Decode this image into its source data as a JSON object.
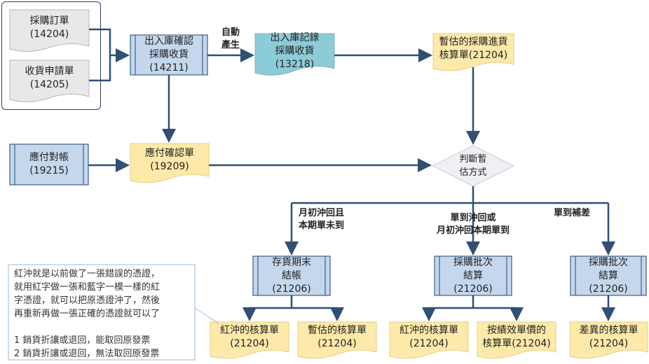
{
  "nodes": {
    "po": {
      "l1": "採購訂單",
      "l2": "(14204)"
    },
    "recv_req": {
      "l1": "收貨申請單",
      "l2": "(14205)"
    },
    "inout_confirm": {
      "l1": "出入庫確認",
      "l2": "採購收貨",
      "l3": "(14211)"
    },
    "inout_record": {
      "l1": "出入庫記錄",
      "l2": "採購收貨",
      "l3": "(13218)"
    },
    "estimate_stmt": {
      "l1": "暫估的採購進貨",
      "l2": "核算單(21204)"
    },
    "ap_recon": {
      "l1": "應付對帳",
      "l2": "(19215)"
    },
    "ap_confirm": {
      "l1": "應付確認單",
      "l2": "(19209)"
    },
    "decision": {
      "l1": "判斷暫",
      "l2": "估方式"
    },
    "inv_close": {
      "l1": "存貨期末",
      "l2": "結帳",
      "l3": "(21206)"
    },
    "batch1": {
      "l1": "採購批次",
      "l2": "結算",
      "l3": "(21206)"
    },
    "batch2": {
      "l1": "採購批次",
      "l2": "結算",
      "l3": "(21206)"
    },
    "red1": {
      "l1": "紅沖的核算單",
      "l2": "(21204)"
    },
    "est2": {
      "l1": "暫估的核算單",
      "l2": "(21204)"
    },
    "red2": {
      "l1": "紅沖的核算單",
      "l2": "(21204)"
    },
    "perf": {
      "l1": "按績效單價的",
      "l2": "核算單(21204)"
    },
    "diff": {
      "l1": "差異的核算單",
      "l2": "(21204)"
    }
  },
  "labels": {
    "auto": {
      "l1": "自動",
      "l2": "產生"
    },
    "branch1": {
      "l1": "月初沖回且",
      "l2": "本期單未到"
    },
    "branch2": {
      "l1": "單到沖回或",
      "l2": "月初沖回本期單到"
    },
    "branch3": {
      "l1": "單到補差"
    }
  },
  "note": {
    "text": "紅沖就是以前做了一張錯誤的憑證，\n就用紅字做一張和藍字一模一樣的紅\n字憑證，就可以把原憑證沖了，然後\n再重新再做一張正確的憑證就可以了\n\n1 銷貨折讓或退回，能取回原發票\n2 銷貨折讓或退回，無法取回原發票"
  },
  "colors": {
    "process_fill": "#c5d7ec",
    "process_border": "#3d5f8a",
    "document_fill": "#fde9a9",
    "record_fill": "#8ccbd8",
    "gray_doc_fill": "#e8e8e8",
    "connector": "#2f4f75"
  }
}
